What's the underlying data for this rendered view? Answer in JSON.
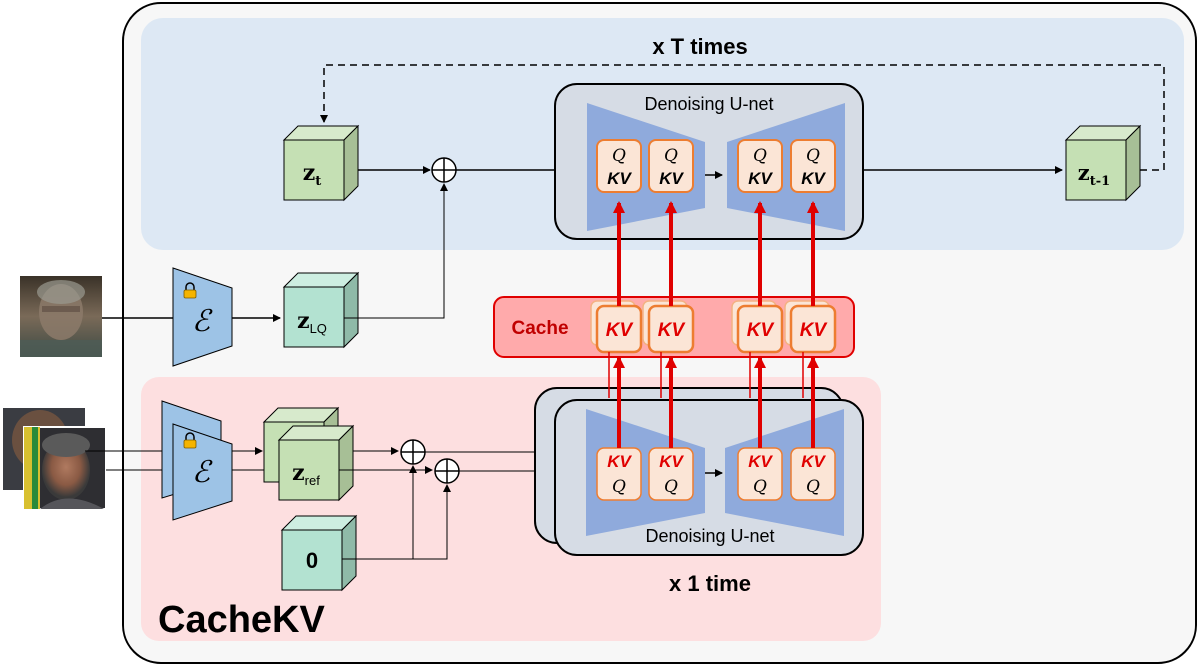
{
  "title": "CacheKV",
  "top_loop": {
    "label": "x T times",
    "unet_label": "Denoising U-net",
    "input_latent": {
      "symbol": "z",
      "subscript": "t"
    },
    "output_latent": {
      "symbol": "z",
      "subscript": "t-1"
    },
    "attention_blocks": [
      {
        "top": "Q",
        "bottom": "KV"
      },
      {
        "top": "Q",
        "bottom": "KV"
      },
      {
        "top": "Q",
        "bottom": "KV"
      },
      {
        "top": "Q",
        "bottom": "KV"
      }
    ]
  },
  "lq_branch": {
    "encoder_symbol": "ℰ",
    "latent": {
      "symbol": "z",
      "subscript": "LQ"
    },
    "image_desc": "low-quality face image"
  },
  "cache": {
    "label": "Cache",
    "entries": [
      "KV",
      "KV",
      "KV",
      "KV"
    ]
  },
  "bottom_branch": {
    "label": "x 1 time",
    "unet_label": "Denoising U-net",
    "encoder_symbol": "ℰ",
    "ref_latent": {
      "symbol": "z",
      "subscript": "ref"
    },
    "zero_latent": "0",
    "image_desc": "reference face images",
    "attention_blocks": [
      {
        "top": "KV",
        "bottom": "Q"
      },
      {
        "top": "KV",
        "bottom": "Q"
      },
      {
        "top": "KV",
        "bottom": "Q"
      },
      {
        "top": "KV",
        "bottom": "Q"
      }
    ]
  },
  "colors": {
    "top_panel": "#dde8f4",
    "bottom_panel": "#fddfe0",
    "outer_panel": "#f7f7f7",
    "unet_box": "#d6dce5",
    "unet_shape": "#8faadc",
    "attn_fill": "#fbe5d6",
    "attn_border": "#ed7d31",
    "cache_fill": "#ffaaab",
    "cache_border": "#e00000",
    "red_arrow": "#e00000",
    "latent_green": "#c5e0b4",
    "latent_teal": "#b3e2d1",
    "encoder": "#9dc3e6"
  }
}
